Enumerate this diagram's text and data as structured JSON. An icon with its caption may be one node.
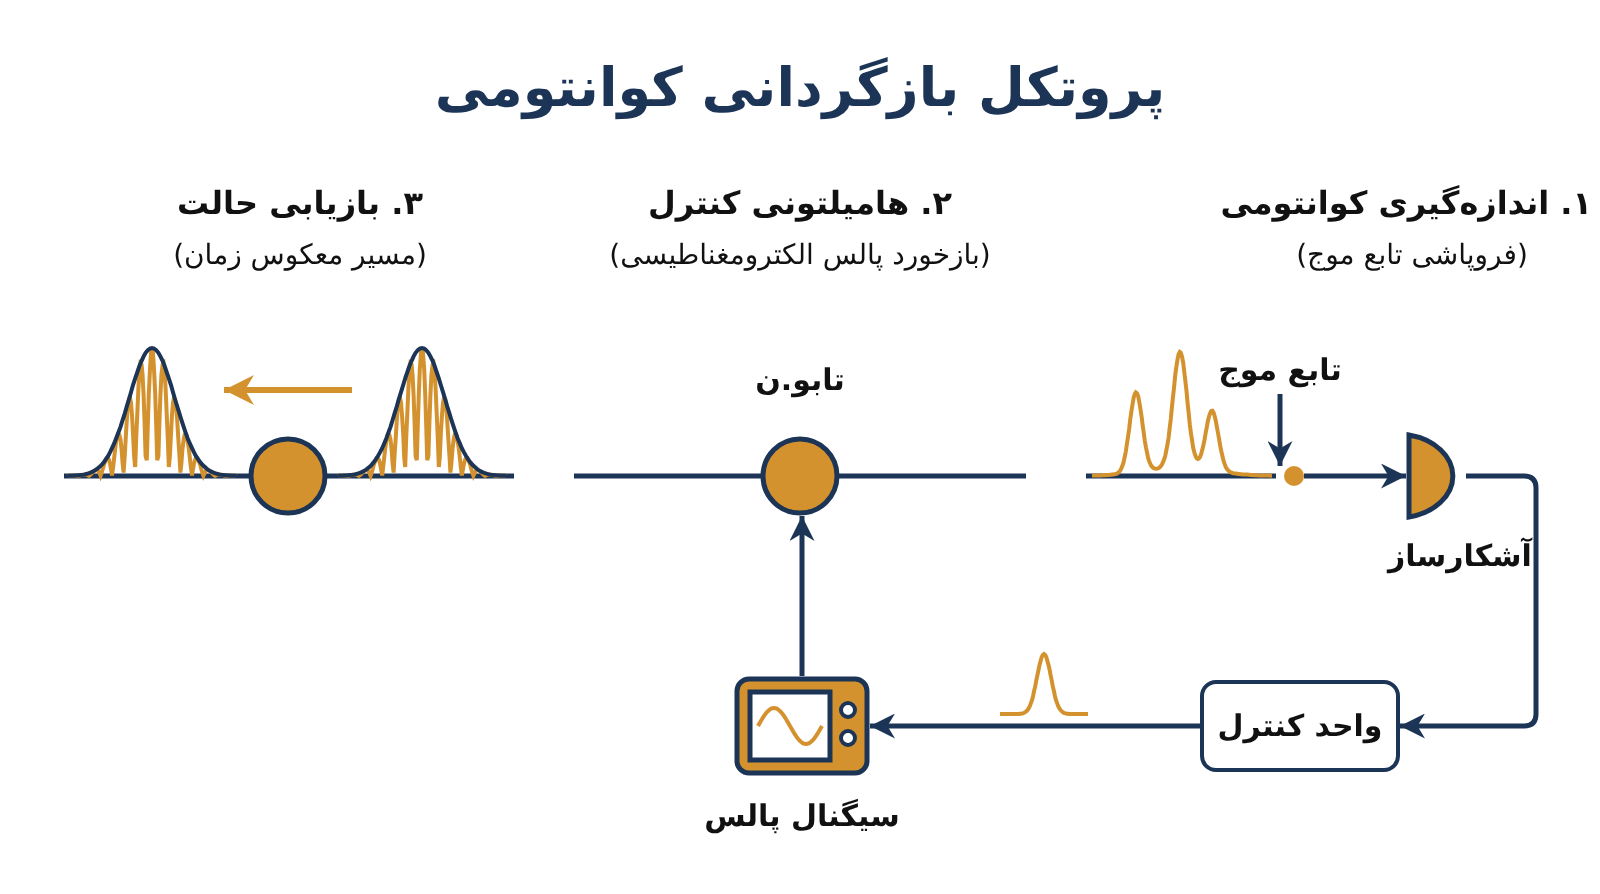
{
  "diagram": {
    "title": "پروتکل بازگردانی کوانتومی",
    "nodes": [
      {
        "text": [
          "تابع موج"
        ]
      },
      {
        "text": [],
        "shape": "circle"
      },
      {
        "text": [
          "آشکارساز"
        ]
      },
      {
        "text": [
          "واحد کنترل"
        ]
      },
      {
        "text": [
          "سیگنال پالس"
        ]
      },
      {
        "text": [
          "تابو.ن"
        ]
      },
      {
        "text": [],
        "shape": "circle"
      }
    ],
    "edges": [
      {
        "from": 0,
        "to": 1,
        "arrow": "to"
      },
      {
        "from": 1,
        "to": 2,
        "arrow": "to"
      },
      {
        "from": 2,
        "to": 3,
        "arrow": "to"
      },
      {
        "from": 3,
        "to": 4,
        "arrow": "to"
      },
      {
        "from": 4,
        "to": 5,
        "arrow": "to"
      }
    ],
    "labels": [
      "۱. اندازه‌گیری کوانتومی",
      "(فروپاشی تابع موج)",
      "۲. هامیلتونی کنترل",
      "(بازخورد پالس الکترومغناطیسی)",
      "۳. بازیابی حالت",
      "(مسیر معکوس زمان)"
    ]
  }
}
